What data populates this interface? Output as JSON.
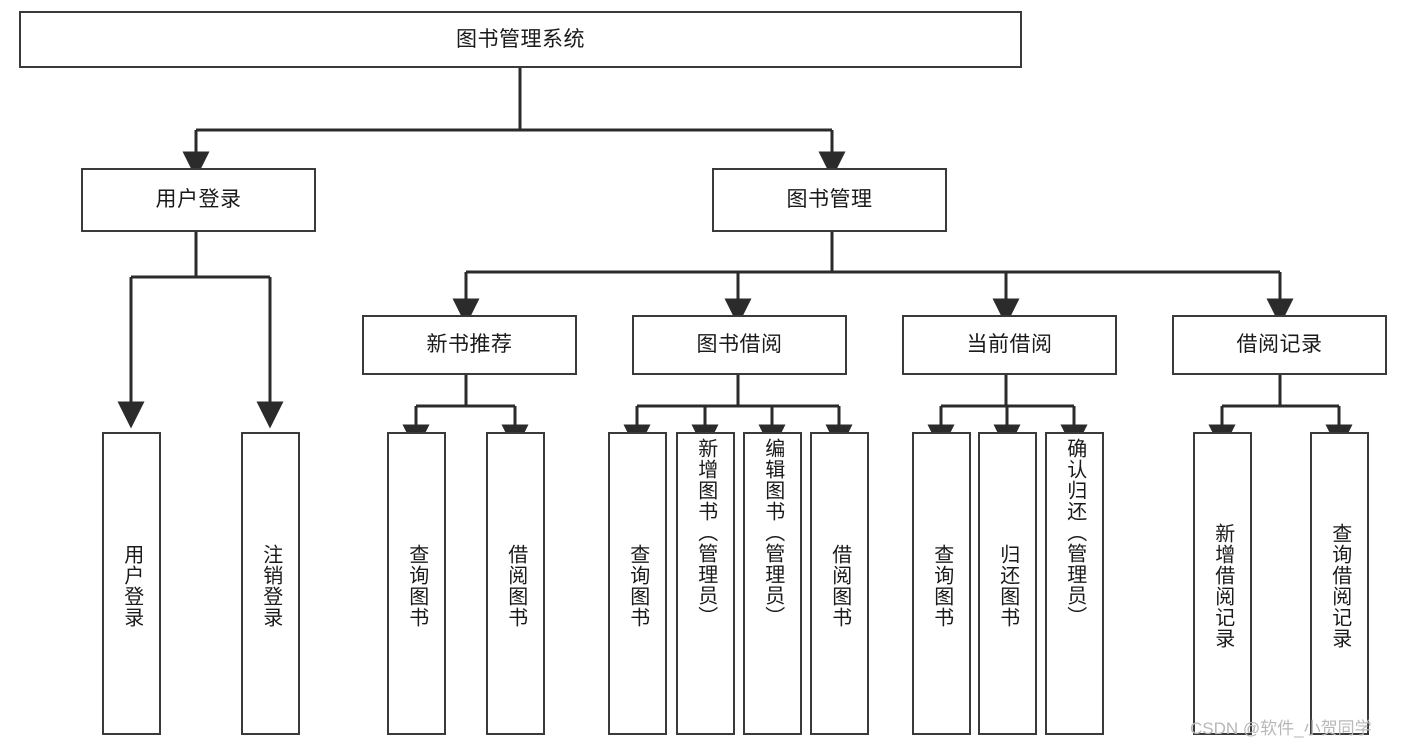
{
  "diagram": {
    "type": "tree-hierarchy",
    "title": "图书管理系统",
    "watermark": "CSDN @软件_小贺同学",
    "colors": {
      "box_border": "#3a3a3a",
      "box_fill": "#ffffff",
      "connector": "#2b2b2b",
      "text": "#1a1a1a",
      "watermark": "#b8b8b8",
      "background": "#ffffff"
    },
    "root": {
      "label": "图书管理系统"
    },
    "level2": [
      {
        "label": "用户登录"
      },
      {
        "label": "图书管理"
      }
    ],
    "level3": [
      {
        "label": "新书推荐"
      },
      {
        "label": "图书借阅"
      },
      {
        "label": "当前借阅"
      },
      {
        "label": "借阅记录"
      }
    ],
    "leaves": {
      "user_login": [
        {
          "label": "用户登录"
        },
        {
          "label": "注销登录"
        }
      ],
      "new_book_recommend": [
        {
          "label": "查询图书"
        },
        {
          "label": "借阅图书"
        }
      ],
      "book_borrow": [
        {
          "label": "查询图书"
        },
        {
          "label": "新增图书（管理员）"
        },
        {
          "label": "编辑图书（管理员）"
        },
        {
          "label": "借阅图书"
        }
      ],
      "current_borrow": [
        {
          "label": "查询图书"
        },
        {
          "label": "归还图书"
        },
        {
          "label": "确认归还（管理员）"
        }
      ],
      "borrow_record": [
        {
          "label": "新增借阅记录"
        },
        {
          "label": "查询借阅记录"
        }
      ]
    }
  }
}
